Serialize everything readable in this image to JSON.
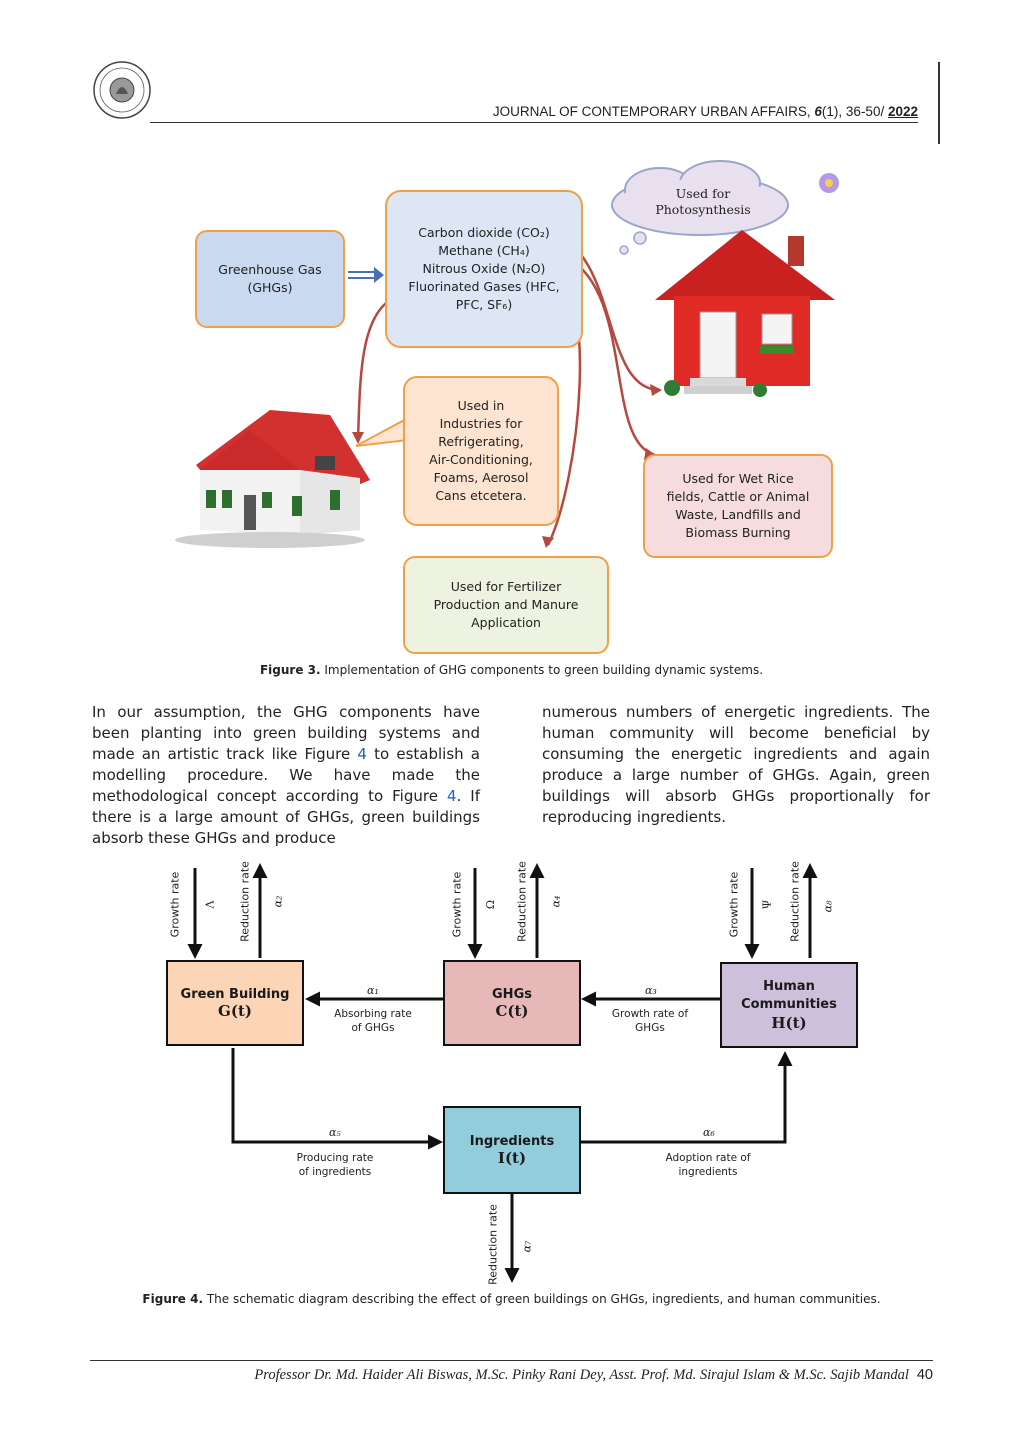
{
  "header": {
    "journal_prefix": "JOURNAL OF CONTEMPORARY URBAN AFFAIRS, ",
    "volume": "6",
    "issue_pages": "(1), 36-50/ ",
    "year": "2022"
  },
  "figure3": {
    "greenhouse_box": "Greenhouse Gas\n(GHGs)",
    "components_box": "Carbon dioxide (CO₂)\nMethane (CH₄)\nNitrous Oxide (N₂O)\nFluorinated Gases (HFC,\nPFC, SF₆)",
    "cloud_text": "Used for\nPhotosynthesis",
    "industries_box": "Used in\nIndustries for\nRefrigerating,\nAir-Conditioning,\nFoams, Aerosol\nCans etcetera.",
    "rice_box": "Used for Wet Rice\nfields, Cattle or Animal\nWaste, Landfills and\nBiomass Burning",
    "fertilizer_box": "Used for Fertilizer\nProduction and Manure\nApplication",
    "caption_label": "Figure 3.",
    "caption_text": " Implementation of GHG components to green building dynamic systems.",
    "colors": {
      "orange_border": "#f0a04b",
      "blue_fill": "#c9daf0",
      "light_blue_fill": "#dce6f4",
      "peach_fill": "#fde4d0",
      "pink_fill": "#f6dcdc",
      "green_fill": "#eef2e0",
      "arrow_red": "#b5483f"
    }
  },
  "body": {
    "left_before_ref1": "In our assumption, the GHG components have been planting into green building systems and made an artistic track like Figure ",
    "ref1": "4",
    "left_mid": " to establish a modelling procedure. We have made the methodological concept according to Figure ",
    "ref2": "4",
    "left_after": ". If there is a large amount of GHGs, green buildings absorb these GHGs and produce",
    "right": "numerous numbers of energetic ingredients. The human community will become beneficial by consuming the energetic ingredients and again produce a large number of GHGs. Again, green buildings will absorb GHGs proportionally for reproducing ingredients."
  },
  "figure4": {
    "green_building": {
      "title": "Green Building",
      "func": "G(t)",
      "color": "#fbd5b5"
    },
    "ghgs": {
      "title": "GHGs",
      "func": "C(t)",
      "color": "#e6b8b7"
    },
    "human": {
      "title": "Human\nCommunities",
      "func": "H(t)",
      "color": "#ccc0da"
    },
    "ingredients": {
      "title": "Ingredients",
      "func": "I(t)",
      "color": "#92cddc"
    },
    "growth_rate": "Growth rate",
    "reduction_rate": "Reduction rate",
    "lambda": "Λ",
    "omega": "Ω",
    "psi": "Ψ",
    "a1": "α₁",
    "a2": "α₂",
    "a3": "α₃",
    "a4": "α₄",
    "a5": "α₅",
    "a6": "α₆",
    "a7": "α₇",
    "a8": "α₈",
    "absorbing": "Absorbing rate\nof GHGs",
    "growth_ghgs": "Growth rate of\nGHGs",
    "producing": "Producing rate\nof ingredients",
    "adoption": "Adoption rate of\ningredients",
    "caption_label": "Figure 4.",
    "caption_text": " The schematic diagram describing the effect of green buildings on GHGs, ingredients, and human communities."
  },
  "footer": {
    "authors": "Professor Dr. Md. Haider Ali Biswas, M.Sc.  Pinky Rani Dey, Asst. Prof. Md. Sirajul Islam & M.Sc. Sajib Mandal",
    "page": "40"
  }
}
